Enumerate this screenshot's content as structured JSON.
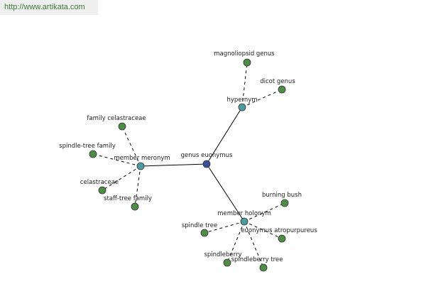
{
  "banner": {
    "url_text": "http://www.artikata.com"
  },
  "colors": {
    "center": "#3a4f9a",
    "relation": "#4d9a9f",
    "leaf": "#4f8c48",
    "node_stroke": "#333333",
    "edge": "#000000"
  },
  "graph": {
    "nodes": [
      {
        "id": "center",
        "label": "genus euonymus",
        "kind": "center"
      },
      {
        "id": "hypernym",
        "label": "hypernym",
        "kind": "relation"
      },
      {
        "id": "member-meronym",
        "label": "member meronym",
        "kind": "relation"
      },
      {
        "id": "member-holonym",
        "label": "member holonym",
        "kind": "relation"
      },
      {
        "id": "magnoliopsid-genus",
        "label": "magnoliopsid genus",
        "kind": "leaf"
      },
      {
        "id": "dicot-genus",
        "label": "dicot genus",
        "kind": "leaf"
      },
      {
        "id": "family-celastraceae",
        "label": "family celastraceae",
        "kind": "leaf"
      },
      {
        "id": "spindle-tree-family",
        "label": "spindle-tree family",
        "kind": "leaf"
      },
      {
        "id": "celastraceae",
        "label": "celastraceae",
        "kind": "leaf"
      },
      {
        "id": "staff-tree-family",
        "label": "staff-tree family",
        "kind": "leaf"
      },
      {
        "id": "burning-bush",
        "label": "burning bush",
        "kind": "leaf"
      },
      {
        "id": "spindle-tree",
        "label": "spindle tree",
        "kind": "leaf"
      },
      {
        "id": "euonymus-atropurpureus",
        "label": "euonymus atropurpureus",
        "kind": "leaf"
      },
      {
        "id": "spindleberry",
        "label": "spindleberry",
        "kind": "leaf"
      },
      {
        "id": "spindleberry-tree",
        "label": "spindleberry tree",
        "kind": "leaf"
      }
    ],
    "edges": [
      {
        "from": "center",
        "to": "hypernym",
        "style": "solid"
      },
      {
        "from": "center",
        "to": "member-meronym",
        "style": "solid"
      },
      {
        "from": "center",
        "to": "member-holonym",
        "style": "solid"
      },
      {
        "from": "hypernym",
        "to": "magnoliopsid-genus",
        "style": "dashed"
      },
      {
        "from": "hypernym",
        "to": "dicot-genus",
        "style": "dashed"
      },
      {
        "from": "member-meronym",
        "to": "family-celastraceae",
        "style": "dashed"
      },
      {
        "from": "member-meronym",
        "to": "spindle-tree-family",
        "style": "dashed"
      },
      {
        "from": "member-meronym",
        "to": "celastraceae",
        "style": "dashed"
      },
      {
        "from": "member-meronym",
        "to": "staff-tree-family",
        "style": "dashed"
      },
      {
        "from": "member-holonym",
        "to": "burning-bush",
        "style": "dashed"
      },
      {
        "from": "member-holonym",
        "to": "spindle-tree",
        "style": "dashed"
      },
      {
        "from": "member-holonym",
        "to": "euonymus-atropurpureus",
        "style": "dashed"
      },
      {
        "from": "member-holonym",
        "to": "spindleberry",
        "style": "dashed"
      },
      {
        "from": "member-holonym",
        "to": "spindleberry-tree",
        "style": "dashed"
      }
    ]
  }
}
